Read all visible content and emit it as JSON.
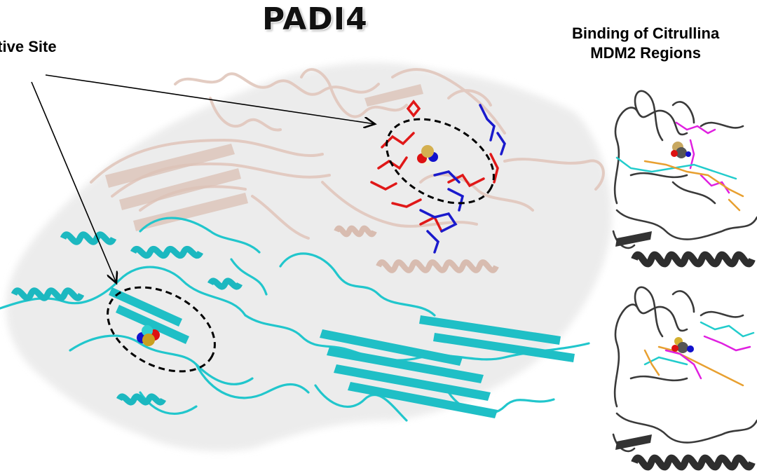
{
  "figure": {
    "title": "PADI4",
    "left_label": "ctive Site",
    "right_panel": {
      "title_line1": "Binding of Citrullina",
      "title_line2": "MDM2 Regions",
      "panels": [
        {
          "name": "top-docking-panel",
          "colors": [
            "#333333",
            "#e020e0",
            "#22cccc",
            "#e8a030"
          ]
        },
        {
          "name": "bottom-docking-panel",
          "colors": [
            "#333333",
            "#e020e0",
            "#22cccc",
            "#e8a030"
          ]
        }
      ]
    },
    "colors": {
      "chain_a": "#21c6cc",
      "chain_b": "#e6cfc6",
      "surface": "#e8e8e8",
      "residues_red": "#e01818",
      "residues_blue": "#1a1acc",
      "ligand_gold": "#d4b050",
      "ligand_red": "#dd1111",
      "ligand_blue": "#1111cc",
      "ligand_grey": "#555555",
      "dashed_ellipse": "#000000"
    }
  }
}
